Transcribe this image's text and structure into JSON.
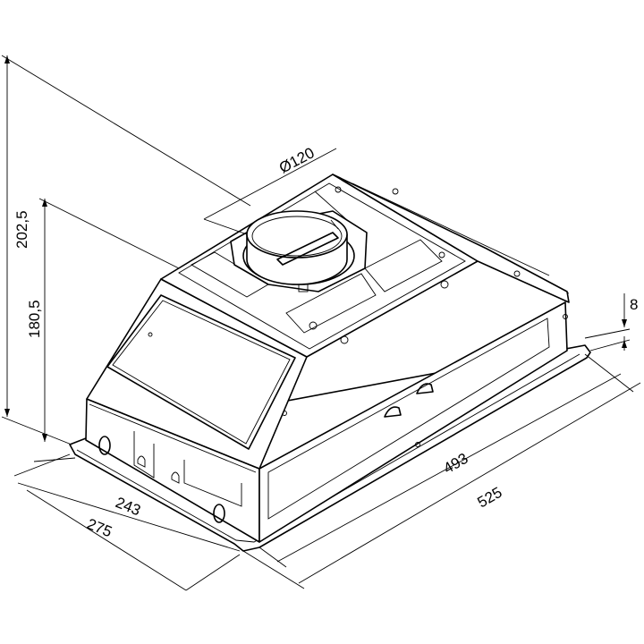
{
  "dimensions": {
    "diameter": "Ø120",
    "total_height": "202,5",
    "body_height": "180,5",
    "flange_thickness": "8",
    "inner_depth": "243",
    "outer_depth": "275",
    "inner_width": "493",
    "outer_width": "525"
  }
}
